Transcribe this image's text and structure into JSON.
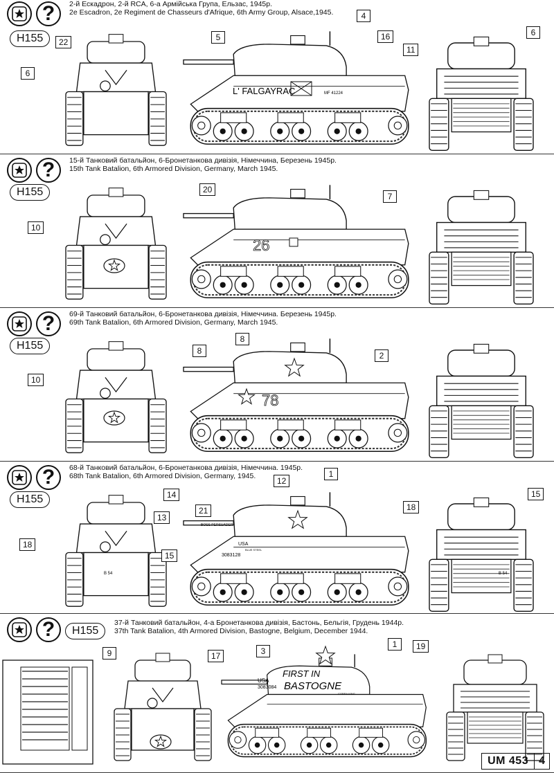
{
  "sections": [
    {
      "caption_ua": "2-й Ескадрон, 2-й RCA, 6-а Армійська Група, Ельзас, 1945р.",
      "caption_en": "2e Escadron, 2e Regiment de Chasseurs d'Afrique, 6th  Army Group, Alsace,1945.",
      "paint": "H155",
      "callouts": [
        "22",
        "6",
        "5",
        "4",
        "16",
        "11",
        "6"
      ],
      "markings": {
        "hull_name": "L' FALGAYRAC",
        "hull_serial": "MF 41224"
      }
    },
    {
      "caption_ua": "15-й Танковий батальйон, 6-Бронетанкова дивізія, Німеччина, Березень 1945р.",
      "caption_en": "15th Tank Batalion, 6th  Armored Division, Germany, March 1945.",
      "paint": "H155",
      "callouts": [
        "10",
        "20",
        "7"
      ],
      "markings": {
        "hull_number": "26"
      }
    },
    {
      "caption_ua": "69-й Танковий батальйон, 6-Бронетанкова дивізія, Німеччина. Березень 1945р.",
      "caption_en": "69th Tank Batalion, 6th  Armored Division, Germany, March 1945.",
      "paint": "H155",
      "callouts": [
        "10",
        "8",
        "8",
        "2"
      ],
      "markings": {
        "hull_number": "78"
      }
    },
    {
      "caption_ua": "68-й Танковий батальйон, 6-Бронетанкова дивізія, Німеччина. 1945р.",
      "caption_en": "68th Tank Batalion, 6th  Armored Division, Germany, 1945.",
      "paint": "H155",
      "callouts": [
        "14",
        "21",
        "12",
        "1",
        "13",
        "18",
        "15",
        "18",
        "15"
      ],
      "markings": {
        "gun_name": "BOSS PERSUADER",
        "usa": "USA",
        "blue": "BLUE STEEL",
        "serial": "3083128",
        "rear_code": "B 54"
      }
    },
    {
      "caption_ua": "37-й Танковий батальйон, 4-а Бронетанкова дивізія, Бастонь, Бельгія, Грудень  1944р.",
      "caption_en": "37th Tank Batalion, 4th  Armored Division, Bastogne,  Belgium, December 1944.",
      "paint": "H155",
      "callouts": [
        "9",
        "17",
        "3",
        "1",
        "19"
      ],
      "markings": {
        "usa": "USA",
        "serial": "3083084",
        "slogan1": "FIRST IN",
        "slogan2": "BASTOGNE",
        "name": "COBRA KING"
      }
    }
  ],
  "footer": {
    "code": "UM 453",
    "page": "4"
  },
  "icons": {
    "star": "star-in-circle-icon",
    "question": "question-mark-icon"
  }
}
